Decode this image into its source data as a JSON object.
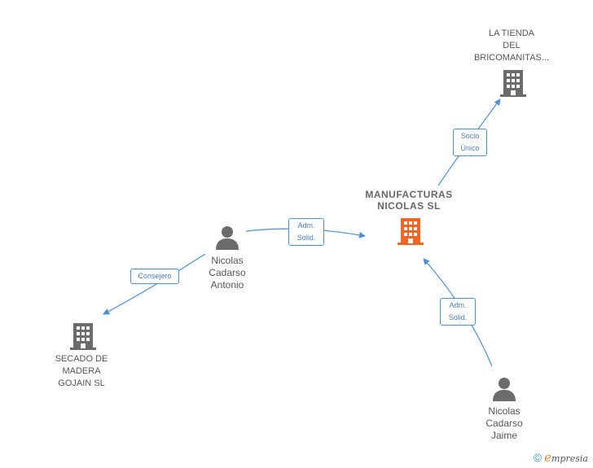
{
  "nodes": {
    "la_tienda": {
      "lines": [
        "LA TIENDA",
        "DEL",
        "BRICOMANITAS..."
      ]
    },
    "manufacturas": {
      "lines": [
        "MANUFACTURAS",
        "NICOLAS SL"
      ]
    },
    "antonio": {
      "lines": [
        "Nicolas",
        "Cadarso",
        "Antonio"
      ]
    },
    "secado": {
      "lines": [
        "SECADO DE",
        "MADERA",
        "GOJAIN SL"
      ]
    },
    "jaime": {
      "lines": [
        "Nicolas",
        "Cadarso",
        "Jaime"
      ]
    }
  },
  "edges": {
    "socio_unico": {
      "lines": [
        "Socio",
        "Único"
      ]
    },
    "adm_solid_antonio": {
      "lines": [
        "Adm.",
        "Solid."
      ]
    },
    "consejero": {
      "lines": [
        "Consejero"
      ]
    },
    "adm_solid_jaime": {
      "lines": [
        "Adm.",
        "Solid."
      ]
    }
  },
  "brand": {
    "copyright": "©",
    "e": "e",
    "rest": "mpresia"
  },
  "colors": {
    "edge": "#4a90d9",
    "company": "#6b6b6b",
    "main_company": "#f26522",
    "person": "#6b6b6b"
  },
  "icons": {
    "company": "building-icon",
    "person": "person-icon"
  }
}
